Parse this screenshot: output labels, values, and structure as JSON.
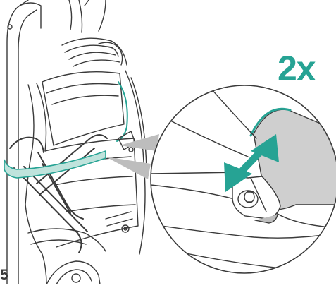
{
  "instruction": {
    "step_number": "5",
    "repeat_label": "2x"
  },
  "icons": {
    "illustration": "stroller-seat-fabric-illustration",
    "detail_view": "magnifier-circle-detail",
    "action": "double-headed-arrow-icon",
    "part": "snap-button-icon"
  },
  "colors": {
    "accent": "#26a394",
    "accent_light": "#bfe3dc",
    "line": "#3a3a3a",
    "fabric_gray": "#cfcfcf",
    "callout_gray": "#bdbdbd",
    "background": "#ffffff"
  }
}
